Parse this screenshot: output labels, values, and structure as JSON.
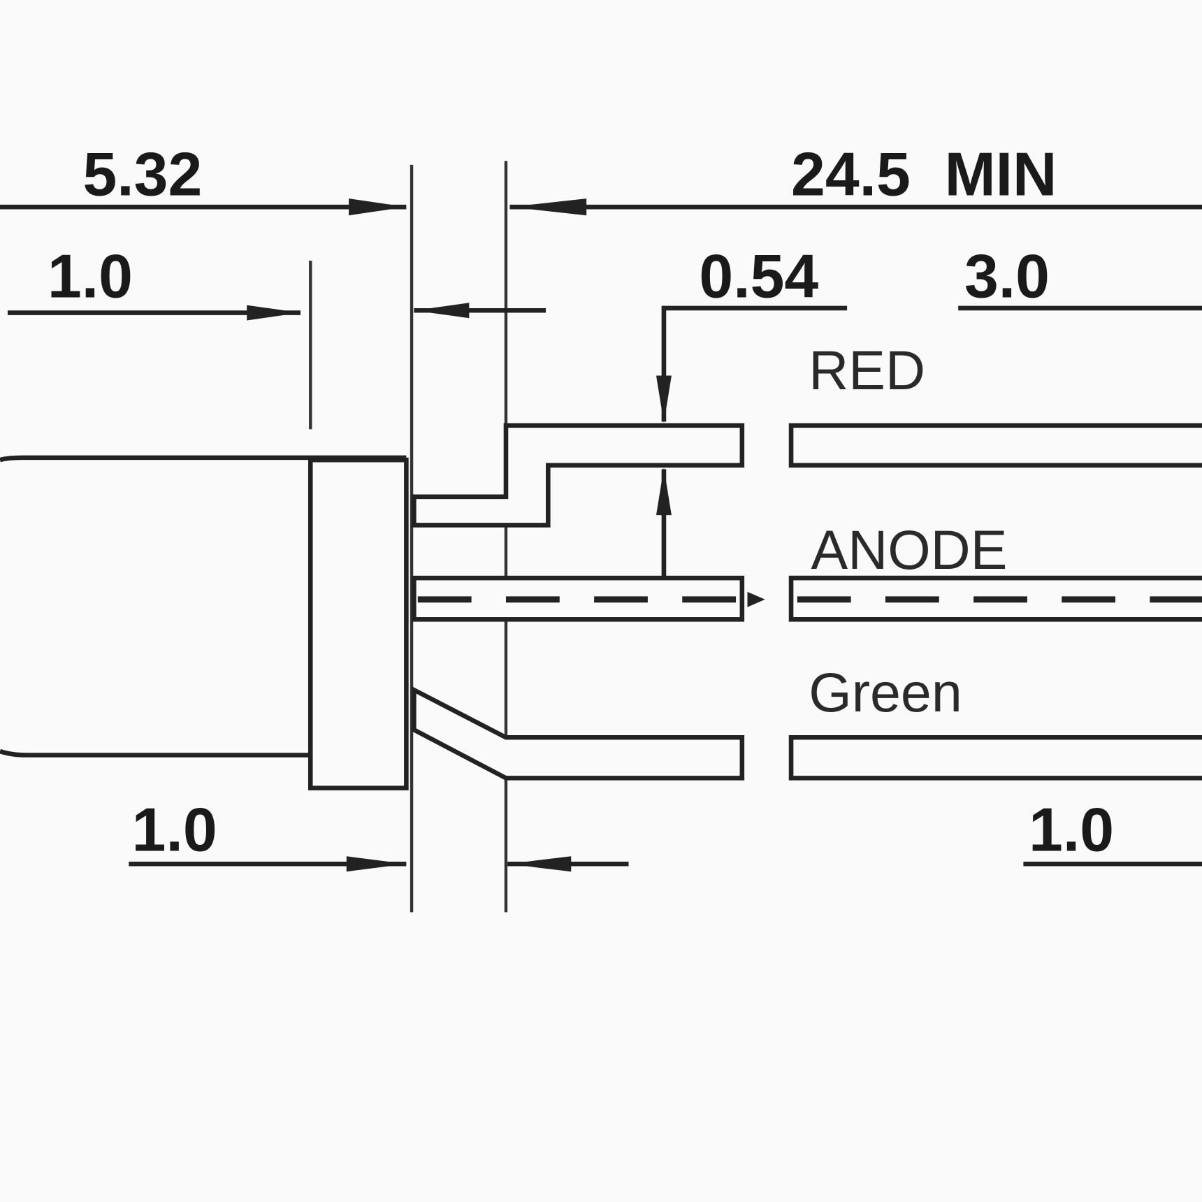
{
  "dimensions": {
    "overall_body": "5.32",
    "lead_length": "24.5  MIN",
    "dome_to_flange": "1.0",
    "lead_thickness": "0.54",
    "lead_spacing": "3.0",
    "flange_bottom": "1.0",
    "lead_offset": "1.0"
  },
  "leads": {
    "red": "RED",
    "anode": "ANODE",
    "green": "Green"
  }
}
